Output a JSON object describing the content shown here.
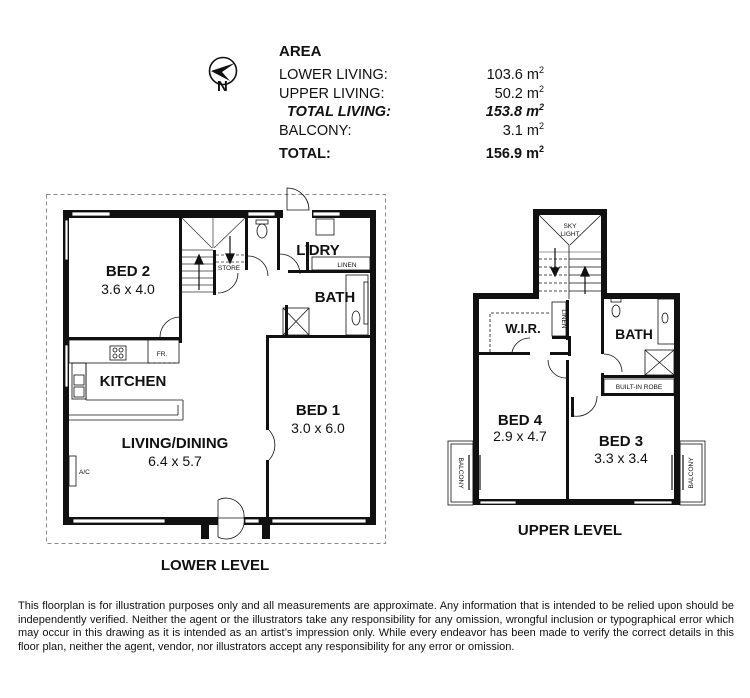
{
  "compass": {
    "icon": "north-arrow-icon",
    "label": "N"
  },
  "area": {
    "title": "AREA",
    "unit": "m",
    "unit_sup": "2",
    "rows": [
      {
        "label": "LOWER LIVING:",
        "value": "103.6"
      },
      {
        "label": "UPPER LIVING:",
        "value": "50.2"
      },
      {
        "label": "TOTAL LIVING:",
        "value": "153.8"
      },
      {
        "label": "BALCONY:",
        "value": "3.1"
      },
      {
        "label": "TOTAL:",
        "value": "156.9"
      }
    ]
  },
  "lower_level": {
    "title": "LOWER LEVEL",
    "rooms": {
      "bed2": {
        "name": "BED 2",
        "dim": "3.6 x 4.0"
      },
      "kitchen": {
        "name": "KITCHEN"
      },
      "living": {
        "name": "LIVING/DINING",
        "dim": "6.4 x 5.7"
      },
      "bed1": {
        "name": "BED 1",
        "dim": "3.0 x 6.0"
      },
      "laundry": {
        "name": "L’DRY"
      },
      "bath": {
        "name": "BATH"
      }
    },
    "labels": {
      "store": "STORE",
      "linen": "LINEN",
      "fridge": "FR.",
      "ac": "A/C"
    }
  },
  "upper_level": {
    "title": "UPPER LEVEL",
    "rooms": {
      "wir": {
        "name": "W.I.R."
      },
      "bath": {
        "name": "BATH"
      },
      "bed4": {
        "name": "BED 4",
        "dim": "2.9 x 4.7"
      },
      "bed3": {
        "name": "BED 3",
        "dim": "3.3 x 3.4"
      }
    },
    "labels": {
      "skylight_1": "SKY",
      "skylight_2": "LIGHT",
      "linen": "LINEN",
      "robe": "BUILT-IN ROBE",
      "balcony": "BALCONY"
    }
  },
  "disclaimer": "This floorplan is for illustration purposes only and all measurements are approximate. Any information that is intended to be relied upon should be independently verified. Neither the agent or the illustrators take any responsibility for any omission, wrongful inclusion or typographical error which may occur in this drawing as it is intended as an artist’s impression only. While every endeavor has been made to verify the correct details in this floor plan, neither the agent, vendor, nor illustrators accept any responsibility for any error or omission."
}
